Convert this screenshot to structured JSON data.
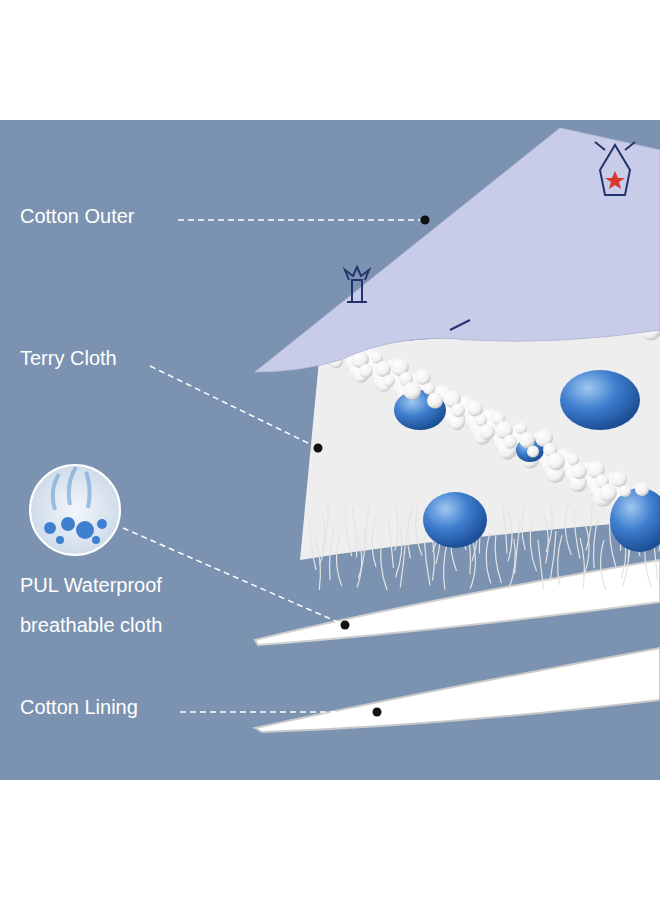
{
  "diagram": {
    "labels": [
      "Cotton Outer",
      "Terry Cloth",
      "PUL Waterproof breathable cloth",
      "Cotton Lining"
    ]
  }
}
